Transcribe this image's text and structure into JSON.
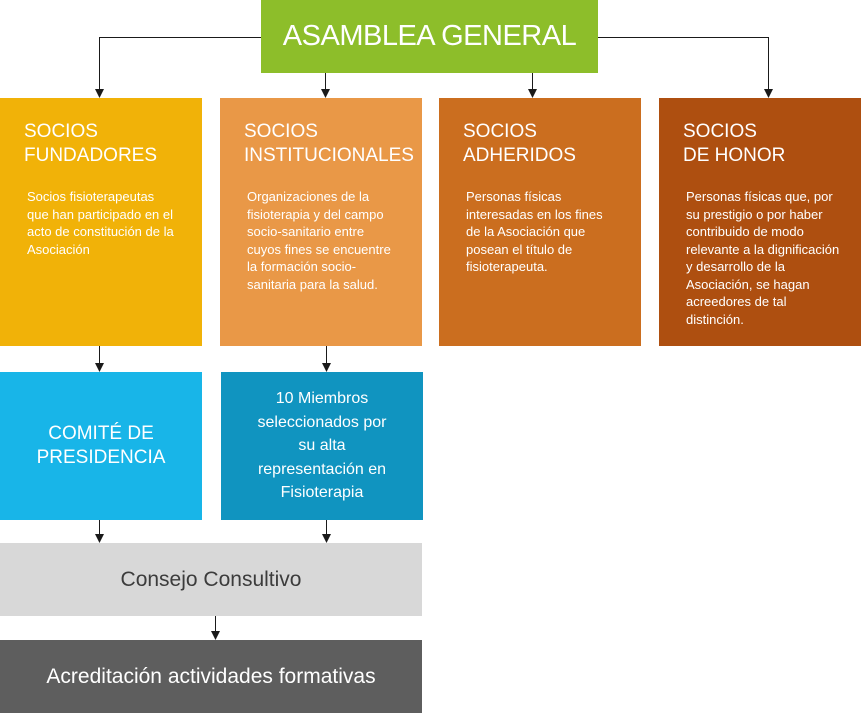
{
  "assembly": {
    "label": "ASAMBLEA GENERAL",
    "color": "#8dbe2a"
  },
  "members": [
    {
      "title_line1": "SOCIOS",
      "title_line2": "FUNDADORES",
      "description": "Socios fisioterapeutas que han participado en el acto de constitución de la Asociación",
      "color": "#f1b208"
    },
    {
      "title_line1": "SOCIOS",
      "title_line2": "INSTITUCIONALES",
      "description": "Organizaciones de la fisioterapia y del campo socio-sanitario entre cuyos fines se encuentre la formación socio-sanitaria para la salud.",
      "color": "#e99847"
    },
    {
      "title_line1": "SOCIOS",
      "title_line2": "ADHERIDOS",
      "description": "Personas físicas interesadas en los fines de la Asociación que posean el título de fisioterapeuta.",
      "color": "#cb6e1f"
    },
    {
      "title_line1": "SOCIOS",
      "title_line2": "DE HONOR",
      "description": "Personas físicas que, por su prestigio o por haber contribuido de modo relevante a la dignificación y desarrollo de la Asociación, se hagan acreedores de tal distinción.",
      "color": "#ae4f10"
    }
  ],
  "committee": {
    "line1": "COMITÉ DE",
    "line2": "PRESIDENCIA",
    "color": "#18b5e8"
  },
  "members_selected": {
    "label": "10 Miembros seleccionados por su alta representación en Fisioterapia",
    "color": "#1094c0"
  },
  "council": {
    "label": "Consejo Consultivo",
    "color": "#d8d8d8"
  },
  "accreditation": {
    "label": "Acreditación actividades formativas",
    "color": "#5e5e5e"
  },
  "connector_color": "#1a1a1a"
}
